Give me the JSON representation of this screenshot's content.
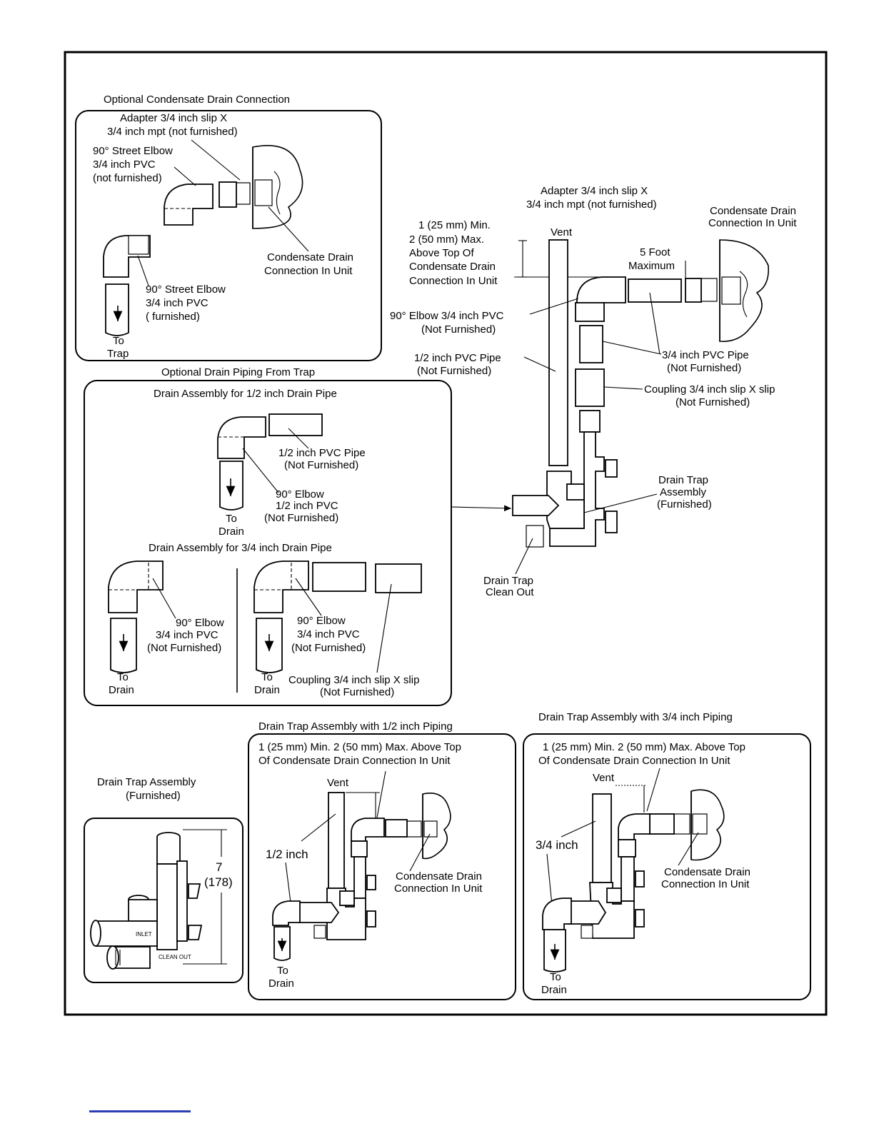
{
  "colors": {
    "line": "#000000",
    "background": "#ffffff",
    "footer_link": "#2b3eb5"
  },
  "top_left": {
    "title": "Optional Condensate Drain Connection",
    "adapter": [
      "Adapter 3/4 inch slip X",
      "3/4 inch mpt (not furnished)"
    ],
    "street_elbow_top": [
      "90° Street Elbow",
      "3/4 inch PVC",
      "(not furnished)"
    ],
    "drain_connection": [
      "Condensate Drain",
      "Connection In Unit"
    ],
    "street_elbow_bottom": [
      "90° Street Elbow",
      "3/4 inch PVC",
      "( furnished)"
    ],
    "to_trap": [
      "To",
      "Trap"
    ]
  },
  "main": {
    "adapter": [
      "Adapter 3/4 inch slip X",
      "3/4 inch mpt (not furnished)"
    ],
    "drain_connection": [
      "Condensate Drain",
      "Connection In Unit"
    ],
    "height_note": [
      "1 (25 mm) Min.",
      "2 (50 mm) Max.",
      "Above Top Of",
      "Condensate Drain",
      "Connection In Unit"
    ],
    "vent": "Vent",
    "five_feet": [
      "5 Foot",
      "Maximum"
    ],
    "elbow": [
      "90° Elbow 3/4 inch PVC",
      "(Not Furnished)"
    ],
    "pvc_pipe_half": [
      "1/2 inch PVC Pipe",
      "(Not Furnished)"
    ],
    "pvc_pipe_three_quarter": [
      "3/4 inch PVC Pipe",
      "(Not Furnished)"
    ],
    "coupling": [
      "Coupling 3/4 inch slip X slip",
      "(Not Furnished)"
    ],
    "drain_trap": [
      "Drain Trap",
      "Assembly",
      "(Furnished)"
    ],
    "clean_out": [
      "Drain Trap",
      "Clean Out"
    ]
  },
  "mid_left": {
    "title": "Optional Drain Piping From Trap",
    "half_title": "Drain Assembly for 1/2 inch Drain Pipe",
    "half_pipe": [
      "1/2 inch PVC Pipe",
      "(Not Furnished)"
    ],
    "half_elbow": [
      "90° Elbow",
      "1/2 inch PVC",
      "(Not Furnished)"
    ],
    "to_drain_1": [
      "To",
      "Drain"
    ],
    "three_quarter_title": "Drain Assembly for 3/4 inch Drain Pipe",
    "elbow_a": [
      "90° Elbow",
      "3/4 inch PVC",
      "(Not Furnished)"
    ],
    "elbow_b": [
      "90° Elbow",
      "3/4 inch PVC",
      "(Not Furnished)"
    ],
    "to_drain_2": [
      "To",
      "Drain"
    ],
    "to_drain_3": [
      "To",
      "Drain"
    ],
    "coupling": [
      "Coupling 3/4 inch slip X slip",
      "(Not Furnished)"
    ]
  },
  "bottom_left": {
    "title": [
      "Drain Trap Assembly",
      "(Furnished)"
    ],
    "dimension": [
      "7",
      "(178)"
    ]
  },
  "bottom_mid": {
    "title": "Drain Trap Assembly with 1/2 inch Piping",
    "note": [
      "1 (25 mm) Min. 2 (50 mm) Max. Above Top",
      "Of Condensate Drain Connection In Unit"
    ],
    "vent": "Vent",
    "size": "1/2 inch",
    "drain_connection": [
      "Condensate Drain",
      "Connection In Unit"
    ],
    "to_drain": [
      "To",
      "Drain"
    ]
  },
  "bottom_right": {
    "title": "Drain Trap Assembly with 3/4 inch Piping",
    "note": [
      "1 (25 mm) Min. 2 (50 mm) Max. Above Top",
      "Of Condensate Drain Connection In Unit"
    ],
    "vent": "Vent",
    "size": "3/4 inch",
    "drain_connection": [
      "Condensate Drain",
      "Connection In Unit"
    ],
    "to_drain": [
      "To",
      "Drain"
    ]
  }
}
